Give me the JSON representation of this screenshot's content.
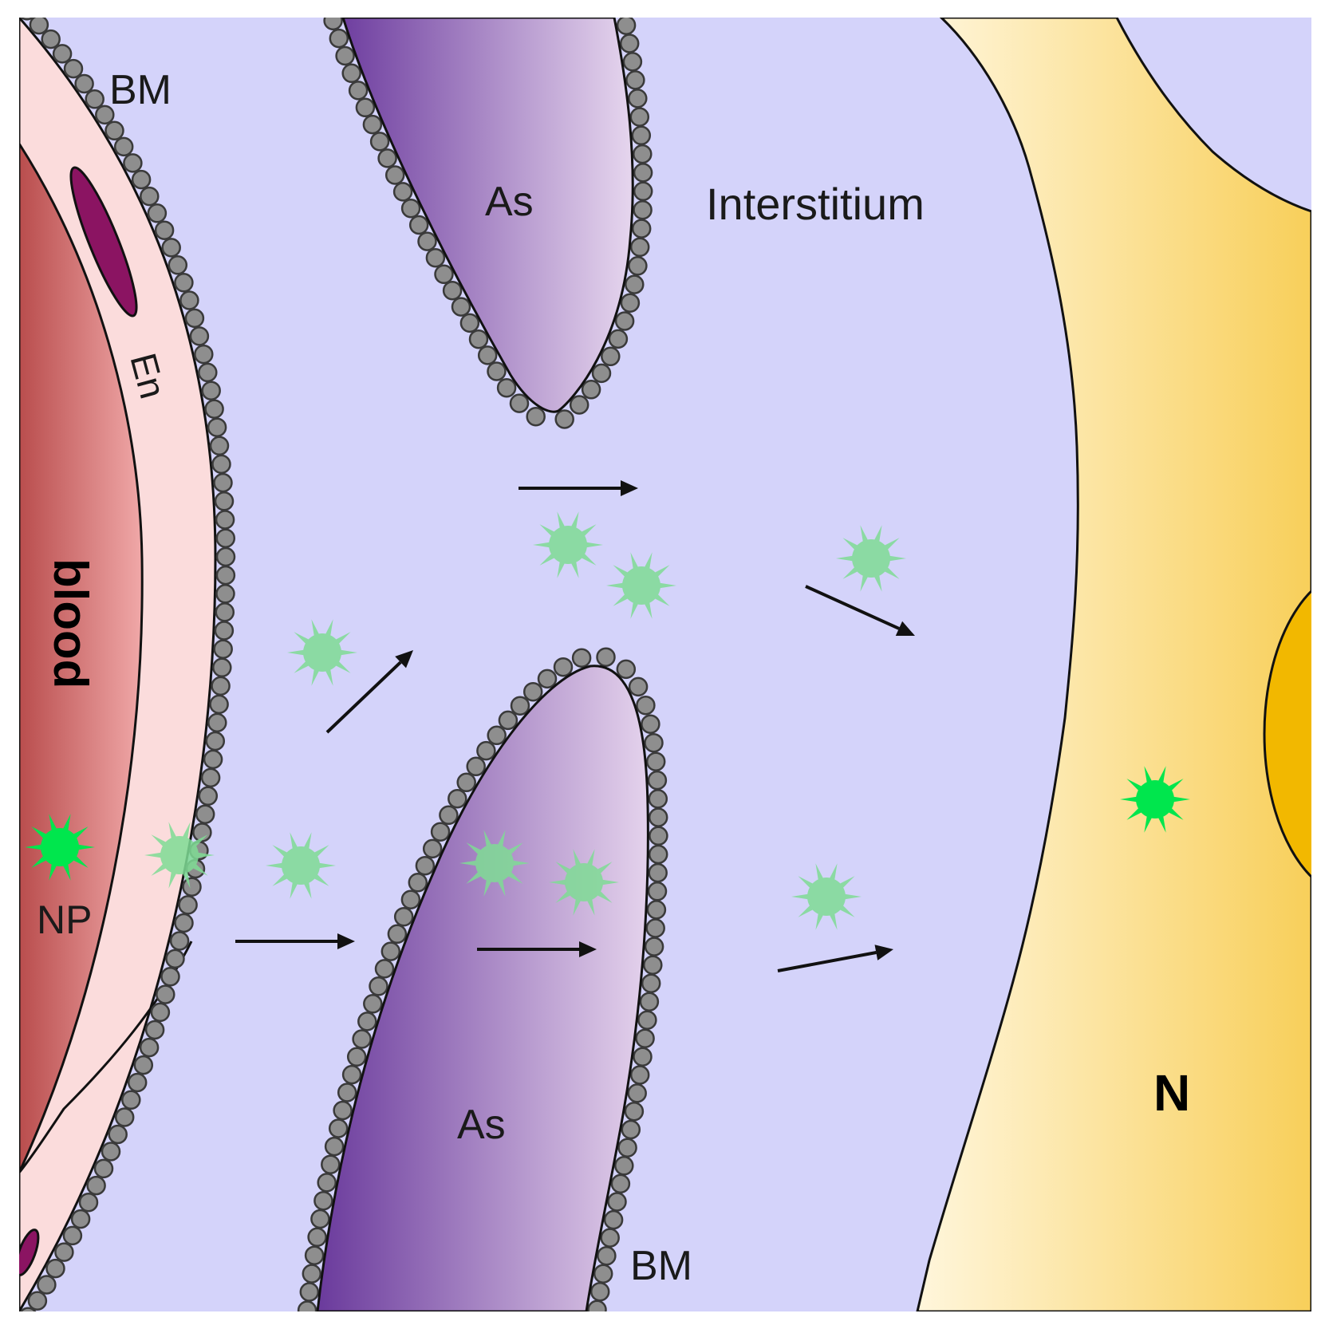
{
  "labels": {
    "bm_top": "BM",
    "bm_bottom": "BM",
    "astrocyte_top": "As",
    "astrocyte_bottom": "As",
    "interstitium": "Interstitium",
    "endothelium": "En",
    "blood": "blood",
    "nanoparticle": "NP",
    "neuron": "N"
  },
  "colors": {
    "interstitium": "#d4d3fa",
    "blood_vessel": "#c45a5a",
    "endothelium": "#fbdcdc",
    "basement_membrane_bead": "#8e8e8e",
    "astrocyte_dark": "#6a3a9c",
    "astrocyte_light": "#e4d2ec",
    "neuron_light": "#fff3d0",
    "neuron_dark": "#f8cf5a",
    "nucleus": "#f2b800",
    "nanoparticle_bright": "#00e64d",
    "nanoparticle_faded": "#7fdc95",
    "endothelial_nucleus": "#8b1462",
    "arrow": "#111111"
  },
  "icons": {
    "nanoparticle": "spiked-sphere-icon",
    "arrow": "arrow-right-icon"
  }
}
